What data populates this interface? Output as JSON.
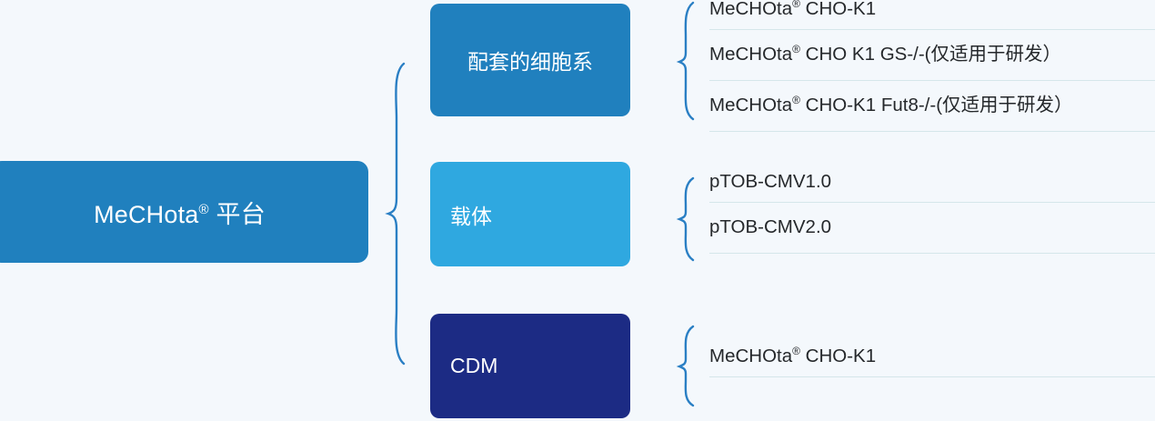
{
  "colors": {
    "background": "#f4f8fc",
    "root_box": "#2080be",
    "category_cell_lines": "#2080be",
    "category_vector": "#2fa8e0",
    "category_cdm": "#1c2b84",
    "brace_stroke": "#2a7fc4",
    "divider": "#d5e6ea",
    "leaf_text": "#25282b",
    "box_text": "#ffffff"
  },
  "root": {
    "label_main": "MeCHota",
    "label_sup": "®",
    "label_suffix": " 平台",
    "full_label": "MeCHota® 平台"
  },
  "categories": [
    {
      "id": "cell-lines",
      "label": "配套的细胞系",
      "align": "center",
      "items": [
        {
          "prefix": "MeCHOta",
          "sup": "®",
          "suffix": " CHO-K1",
          "full": "MeCHOta® CHO-K1"
        },
        {
          "prefix": "MeCHOta",
          "sup": "®",
          "suffix": " CHO K1 GS-/-(仅适用于研发）",
          "full": "MeCHOta® CHO K1 GS-/-(仅适用于研发）"
        },
        {
          "prefix": "MeCHOta",
          "sup": "®",
          "suffix": " CHO-K1 Fut8-/-(仅适用于研发）",
          "full": "MeCHOta® CHO-K1 Fut8-/-(仅适用于研发）"
        }
      ]
    },
    {
      "id": "vector",
      "label": "载体",
      "align": "lead",
      "items": [
        {
          "prefix": "pTOB-CMV1.0",
          "sup": "",
          "suffix": "",
          "full": "pTOB-CMV1.0"
        },
        {
          "prefix": "pTOB-CMV2.0",
          "sup": "",
          "suffix": "",
          "full": "pTOB-CMV2.0"
        }
      ]
    },
    {
      "id": "cdm",
      "label": "CDM",
      "align": "lead",
      "items": [
        {
          "prefix": "MeCHOta",
          "sup": "®",
          "suffix": " CHO-K1",
          "full": "MeCHOta® CHO-K1"
        }
      ]
    }
  ]
}
